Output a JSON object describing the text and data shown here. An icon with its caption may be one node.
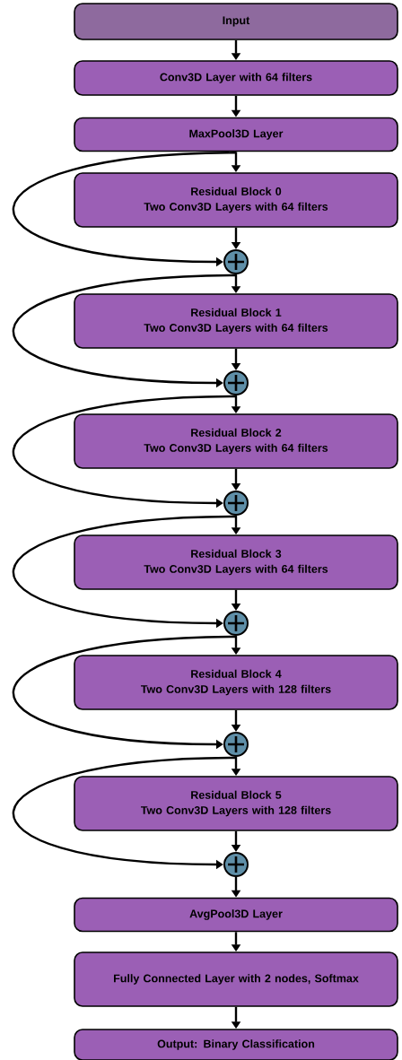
{
  "diagram": {
    "nodes": [
      {
        "text": [
          "Input"
        ]
      },
      {
        "text": [
          "Conv3D Layer with 64 filters"
        ]
      },
      {
        "text": [
          "MaxPool3D Layer"
        ]
      },
      {
        "text": [
          "Residual Block 0",
          "Two Conv3D Layers with 64 filters"
        ]
      },
      {
        "text": [],
        "shape": "circle"
      },
      {
        "text": [
          "Residual Block 1",
          "Two Conv3D Layers with 64 filters"
        ]
      },
      {
        "text": [],
        "shape": "circle"
      },
      {
        "text": [
          "Residual Block 2",
          "Two Conv3D Layers with 64 filters"
        ]
      },
      {
        "text": [],
        "shape": "circle"
      },
      {
        "text": [
          "Residual Block 3",
          "Two Conv3D Layers with 64 filters"
        ]
      },
      {
        "text": [],
        "shape": "circle"
      },
      {
        "text": [
          "Residual Block 4",
          "Two Conv3D Layers with 128 filters"
        ]
      },
      {
        "text": [],
        "shape": "circle"
      },
      {
        "text": [
          "Residual Block 5",
          "Two Conv3D Layers with 128 filters"
        ]
      },
      {
        "text": [],
        "shape": "circle"
      },
      {
        "text": [
          "AvgPool3D Layer"
        ]
      },
      {
        "text": [
          "Fully Connected Layer with 2 nodes, Softmax"
        ]
      },
      {
        "text": [
          "Output: Binary Classification"
        ]
      }
    ],
    "edges": [
      {
        "from": 0,
        "to": 1,
        "arrow": "to"
      },
      {
        "from": 1,
        "to": 2,
        "arrow": "to"
      },
      {
        "from": 2,
        "to": 3,
        "arrow": "to"
      },
      {
        "from": 3,
        "to": 4,
        "arrow": "to"
      },
      {
        "from": 2,
        "to": 4,
        "arrow": "to"
      },
      {
        "from": 4,
        "to": 5,
        "arrow": "to"
      },
      {
        "from": 5,
        "to": 6,
        "arrow": "to"
      },
      {
        "from": 4,
        "to": 6,
        "arrow": "to"
      },
      {
        "from": 6,
        "to": 7,
        "arrow": "to"
      },
      {
        "from": 7,
        "to": 8,
        "arrow": "to"
      },
      {
        "from": 6,
        "to": 8,
        "arrow": "to"
      },
      {
        "from": 8,
        "to": 9,
        "arrow": "to"
      },
      {
        "from": 9,
        "to": 10,
        "arrow": "to"
      },
      {
        "from": 8,
        "to": 10,
        "arrow": "to"
      },
      {
        "from": 10,
        "to": 11,
        "arrow": "to"
      },
      {
        "from": 11,
        "to": 12,
        "arrow": "to"
      },
      {
        "from": 10,
        "to": 12,
        "arrow": "to"
      },
      {
        "from": 12,
        "to": 13,
        "arrow": "to"
      },
      {
        "from": 13,
        "to": 14,
        "arrow": "to"
      },
      {
        "from": 12,
        "to": 14,
        "arrow": "to"
      },
      {
        "from": 14,
        "to": 15,
        "arrow": "to"
      },
      {
        "from": 15,
        "to": 16,
        "arrow": "to"
      },
      {
        "from": 16,
        "to": 17,
        "arrow": "to"
      }
    ]
  }
}
